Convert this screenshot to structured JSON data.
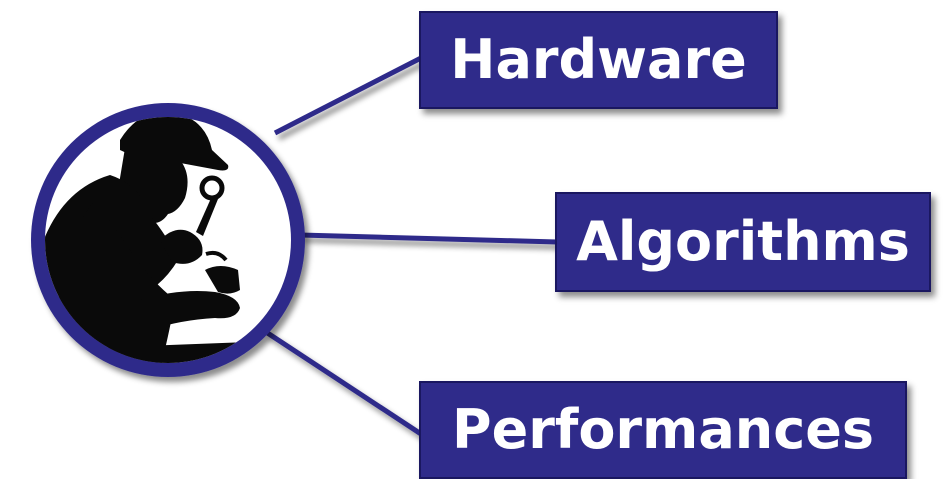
{
  "nodes": [
    {
      "label": "Hardware"
    },
    {
      "label": "Algorithms"
    },
    {
      "label": "Performances"
    }
  ],
  "center": {
    "image": "detective-silhouette-with-magnifying-glass-and-pipe"
  },
  "colors": {
    "box_fill": "#2f2b8a",
    "connector": "#2f2b8a",
    "ring": "#2f2b8a",
    "text": "#ffffff"
  }
}
